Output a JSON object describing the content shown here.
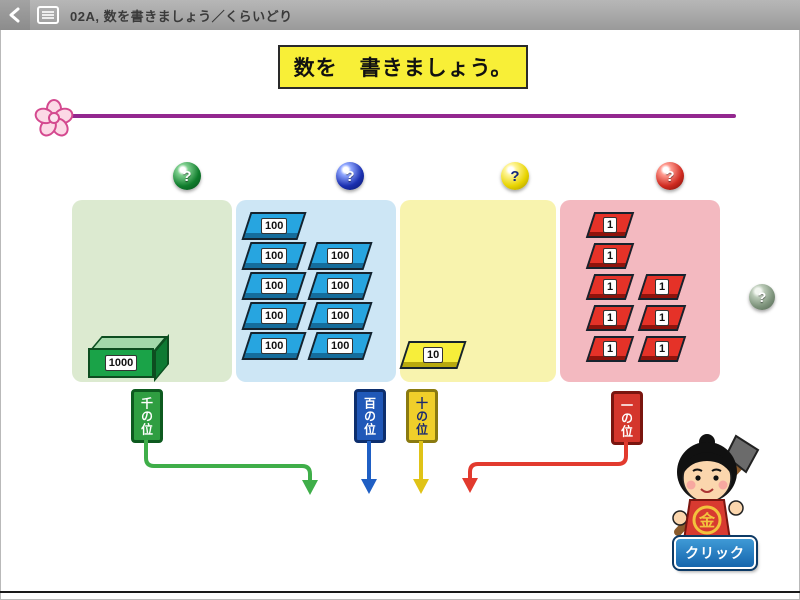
{
  "header": {
    "title": "02A, 数を書きましょう／くらいどり"
  },
  "banner": {
    "text": "数を　書きましょう。"
  },
  "question_balls": {
    "thousands": {
      "label": "?",
      "color": "#0f7d2c"
    },
    "hundreds": {
      "label": "?",
      "color": "#1a2fb0"
    },
    "tens": {
      "label": "?",
      "color": "#e8d400"
    },
    "ones": {
      "label": "?",
      "color": "#cf2a20"
    }
  },
  "help_ball": {
    "label": "?"
  },
  "panels": {
    "thousands": {
      "stamp": "千の位",
      "block_label": "1000",
      "count": 1,
      "panel_color": "#dcead0",
      "block_color": "#1aa348"
    },
    "hundreds": {
      "stamp": "百の位",
      "block_label": "100",
      "count": 9,
      "panel_color": "#cde6f5",
      "block_color": "#27a5e0"
    },
    "tens": {
      "stamp": "十の位",
      "block_label": "10",
      "count": 1,
      "panel_color": "#f8f3ae",
      "block_color": "#f7ee3a"
    },
    "ones": {
      "stamp": "一の位",
      "block_label": "1",
      "count": 8,
      "panel_color": "#f3b9c0",
      "block_color": "#e53228"
    }
  },
  "divider_color": "#93278f",
  "character": {
    "bib_text": "金"
  },
  "click_button": {
    "label": "クリック"
  }
}
